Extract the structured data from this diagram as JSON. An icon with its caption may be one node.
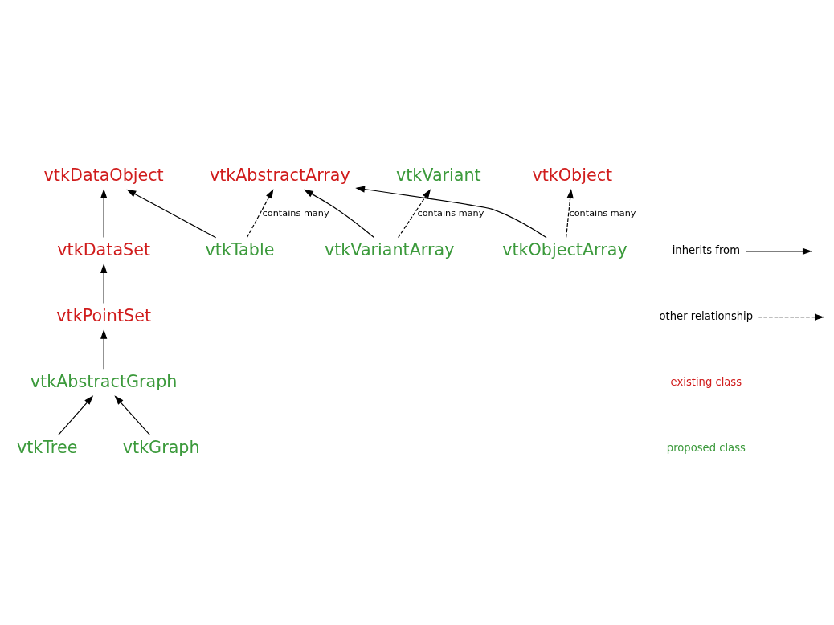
{
  "diagram": {
    "nodes": [
      {
        "text": [
          "vtkDataObject"
        ]
      },
      {
        "text": [
          "vtkAbstractArray"
        ]
      },
      {
        "text": [
          "vtkDataSet"
        ]
      },
      {
        "text": [
          "vtkTable"
        ]
      },
      {
        "text": [
          "vtkPointSet"
        ]
      },
      {
        "text": [
          "vtkVariantArray"
        ]
      },
      {
        "text": [
          "vtkObjectArray"
        ]
      },
      {
        "text": [
          "vtkAbstractGraph"
        ]
      },
      {
        "text": [
          "vtkVariant"
        ]
      },
      {
        "text": [
          "vtkObject"
        ]
      },
      {
        "text": [
          "vtkTree"
        ]
      },
      {
        "text": [
          "vtkGraph"
        ]
      }
    ],
    "edges": [
      {
        "from": 2,
        "to": 0,
        "arrow": "to"
      },
      {
        "from": 3,
        "to": 0,
        "arrow": "to"
      },
      {
        "from": 3,
        "to": 1,
        "arrow": "to",
        "style": "dashed",
        "label": "contains many"
      },
      {
        "from": 5,
        "to": 1,
        "arrow": "to"
      },
      {
        "from": 6,
        "to": 1,
        "arrow": "to"
      },
      {
        "from": 4,
        "to": 2,
        "arrow": "to"
      },
      {
        "from": 7,
        "to": 4,
        "arrow": "to"
      },
      {
        "from": 10,
        "to": 7,
        "arrow": "to"
      },
      {
        "from": 11,
        "to": 7,
        "arrow": "to"
      },
      {
        "from": 5,
        "to": 8,
        "arrow": "to",
        "style": "dashed",
        "label": "contains many"
      },
      {
        "from": 6,
        "to": 9,
        "arrow": "to",
        "style": "dashed",
        "label": "contains many"
      }
    ],
    "legend": [
      {
        "text": "inherits from"
      },
      {
        "text": "other relationship"
      },
      {
        "text": "existing class",
        "color": "#d01c1c"
      },
      {
        "text": "proposed class",
        "color": "#3c9a3c"
      }
    ]
  }
}
